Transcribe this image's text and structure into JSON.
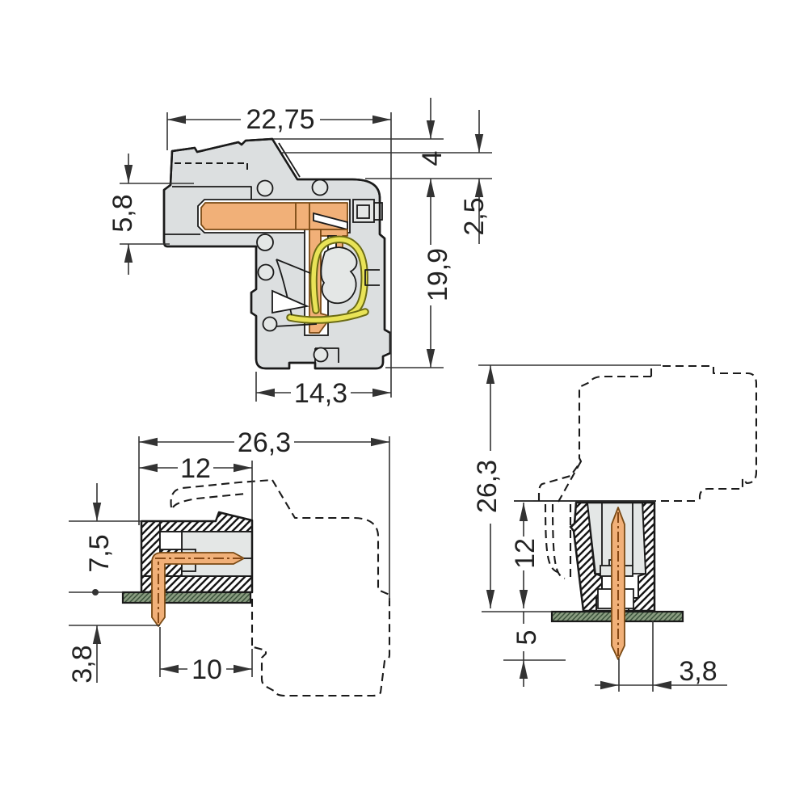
{
  "drawing": {
    "type": "connector-dimension-drawing",
    "unit_style": "comma-decimal",
    "dims": {
      "v1_width": "22,75",
      "v1_left_height": "5,8",
      "v1_top_thickness": "4",
      "v1_step": "2,5",
      "v1_body_height": "19,9",
      "v1_bottom_width": "14,3",
      "v2_total_width": "26,3",
      "v2_insert_depth": "12",
      "v2_height_above_board": "7,5",
      "v2_pin_protrusion": "3,8",
      "v2_pin_to_face": "10",
      "v3_total_height": "26,3",
      "v3_header_height": "12",
      "v3_pin_below_board": "5",
      "v3_pin_to_edge": "3,8"
    },
    "colors": {
      "housing": "#dcdfe0",
      "interior": "#e4e7e6",
      "outline": "#1a1a1a",
      "copper": "#f1b078",
      "copper_edge": "#7a4a14",
      "copper_core": "#7a3c0a",
      "spring": "#e9e357",
      "spring_edge": "#6b6b14",
      "pcb": "#8a9c80",
      "pcb_hatch": "#39503a",
      "dimension": "#333333"
    }
  }
}
